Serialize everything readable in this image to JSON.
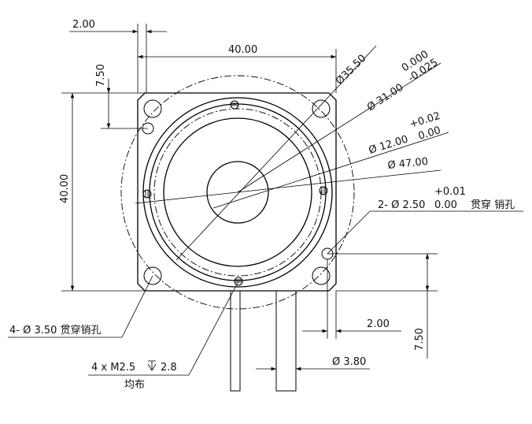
{
  "dimensions": {
    "top_left_gap": "2.00",
    "top_width": "40.00",
    "left_height": "40.00",
    "left_offset": "7.50",
    "dia_outer_chamfer": "Ø35.50",
    "dia_31": "Ø 31.00",
    "tol_31_upper": "0.000",
    "tol_31_lower": "-0.025",
    "dia_12": "Ø 12.00",
    "tol_12_upper": "+0.02",
    "tol_12_lower": "0.00",
    "dia_47": "Ø 47.00",
    "pin_holes": "2- Ø 2.50",
    "pin_tol_upper": "+0.01",
    "pin_tol_lower": "0.00",
    "pin_note": "贯穿 销孔",
    "corner_holes": "4- Ø 3.50 贯穿销孔",
    "thread_spec": "4 x  M2.5",
    "thread_depth": "2.8",
    "thread_note": "均布",
    "right_bottom_gap": "2.00",
    "right_bottom_height": "7.50",
    "shaft_dia": "Ø 3.80"
  }
}
